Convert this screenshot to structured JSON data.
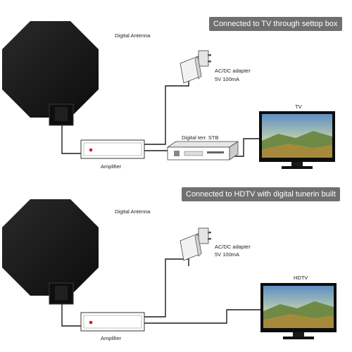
{
  "colors": {
    "banner": "#707070",
    "antenna": "#161616",
    "wire": "#1a1a1a",
    "led": "#e0141e"
  },
  "diagrams": [
    {
      "banner": "Connected to TV through settop box",
      "antenna_label": "Digital Antenna",
      "adapter_label": "AC/DC adapter",
      "adapter_spec": "5V  100mA",
      "stb_label": "Digital  terr. STB",
      "tv_label": "TV",
      "amplifier_label": "Amplifier",
      "icons": [
        "antenna-icon",
        "power-adapter-icon",
        "amplifier-icon",
        "set-top-box-icon",
        "tv-icon"
      ]
    },
    {
      "banner": "Connected to HDTV with digital tunerin built",
      "antenna_label": "Digital Antenna",
      "adapter_label": "AC/DC adapter",
      "adapter_spec": "5V  100mA",
      "tv_label": "HDTV",
      "amplifier_label": "Amplifier",
      "icons": [
        "antenna-icon",
        "power-adapter-icon",
        "amplifier-icon",
        "tv-icon"
      ]
    }
  ]
}
